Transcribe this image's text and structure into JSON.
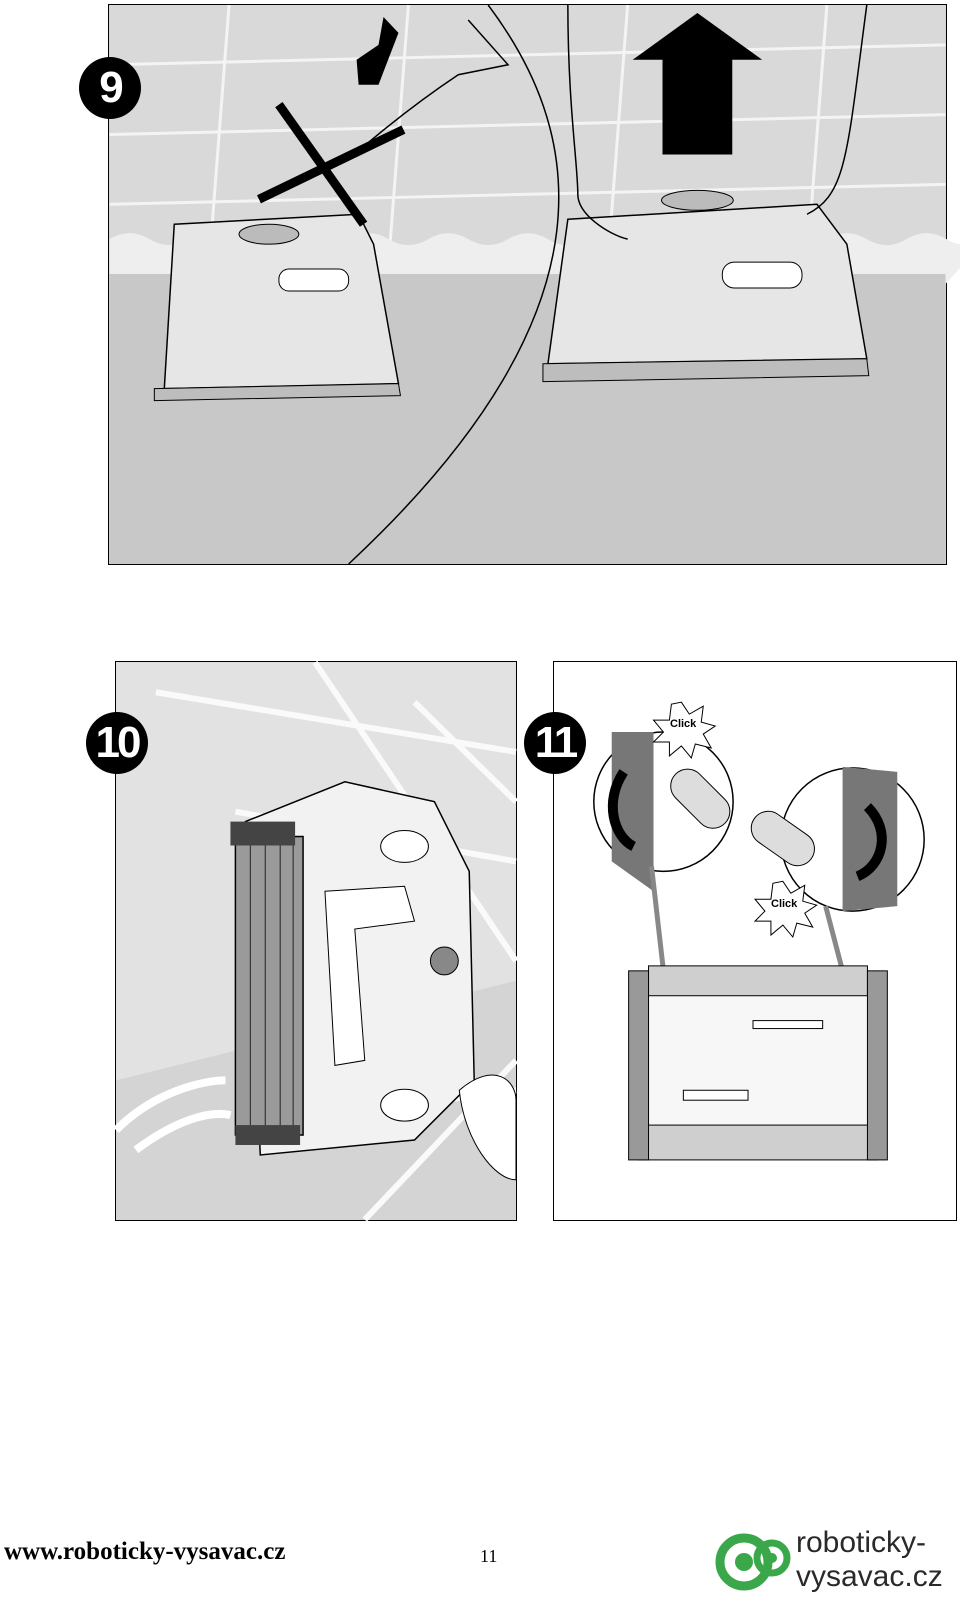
{
  "figures": [
    {
      "number": "9"
    },
    {
      "number": "10"
    },
    {
      "number": "11",
      "callouts": [
        "Click",
        "Click"
      ]
    }
  ],
  "footer": {
    "url": "www.roboticky-vysavac.cz",
    "page_number": "11",
    "logo_line1": "roboticky-",
    "logo_line2": "vysavac.cz",
    "logo_accent_color": "#3aa84a"
  }
}
